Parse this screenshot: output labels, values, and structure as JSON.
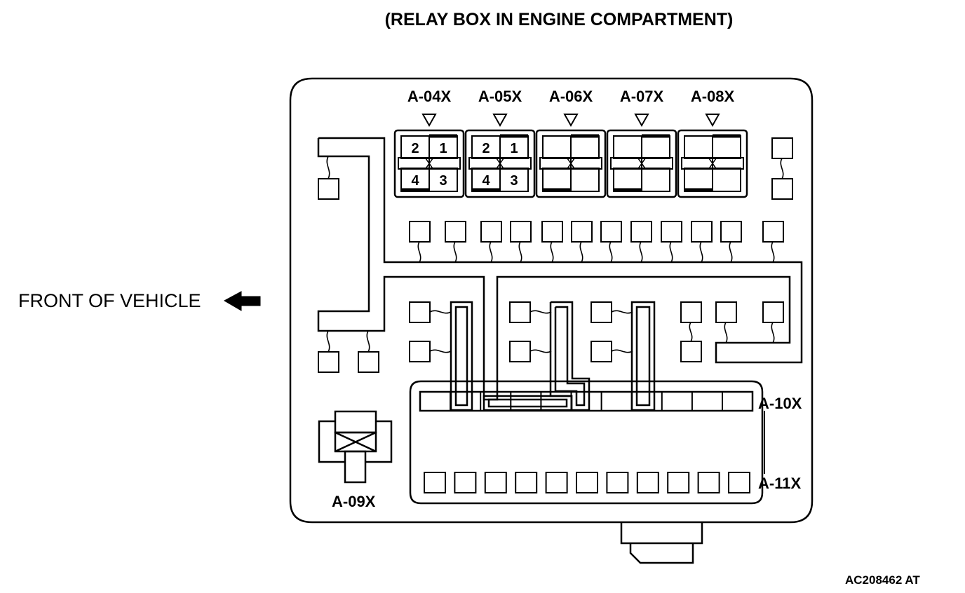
{
  "title": "(RELAY BOX IN ENGINE COMPARTMENT)",
  "front_label": "FRONT OF VEHICLE",
  "figure_code": "AC208462 AT",
  "relays_top": [
    {
      "label": "A-04X",
      "pins": [
        "2",
        "1",
        "4",
        "3"
      ]
    },
    {
      "label": "A-05X",
      "pins": [
        "2",
        "1",
        "4",
        "3"
      ]
    },
    {
      "label": "A-06X",
      "pins": []
    },
    {
      "label": "A-07X",
      "pins": []
    },
    {
      "label": "A-08X",
      "pins": []
    }
  ],
  "relay_x_mark": "X",
  "connector_a09": "A-09X",
  "connector_a10": "A-10X",
  "connector_a11": "A-11X",
  "colors": {
    "line": "#000000",
    "background": "#ffffff"
  }
}
